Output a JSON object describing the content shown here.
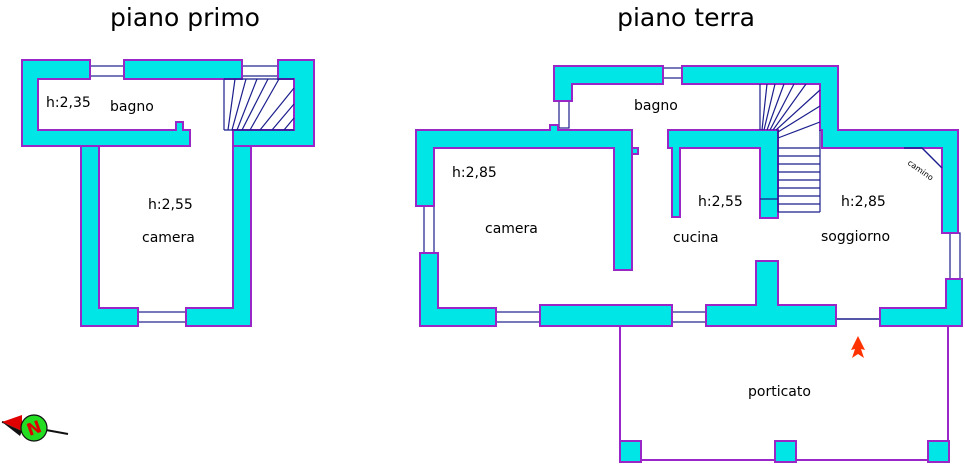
{
  "titles": {
    "first_floor": "piano primo",
    "ground_floor": "piano terra"
  },
  "first_floor_labels": {
    "bathroom_height": "h:2,35",
    "bathroom": "bagno",
    "bedroom_height": "h:2,55",
    "bedroom": "camera"
  },
  "ground_floor_labels": {
    "bathroom": "bagno",
    "bedroom_height": "h:2,85",
    "bedroom": "camera",
    "kitchen_height": "h:2,55",
    "kitchen": "cucina",
    "living_height": "h:2,85",
    "living": "soggiorno",
    "fireplace": "camino",
    "porch": "porticato"
  },
  "colors": {
    "wall_fill": "#00e5e5",
    "wall_outline": "#9b26c8",
    "window_line": "#1b1e8c",
    "entrance_arrow": "#ff3300",
    "compass_circle": "#22dd22",
    "compass_pointer": "#e00000"
  },
  "icons": {
    "entrance": "entrance-arrow-icon",
    "compass": "north-compass-icon"
  },
  "compass_letter": "N"
}
